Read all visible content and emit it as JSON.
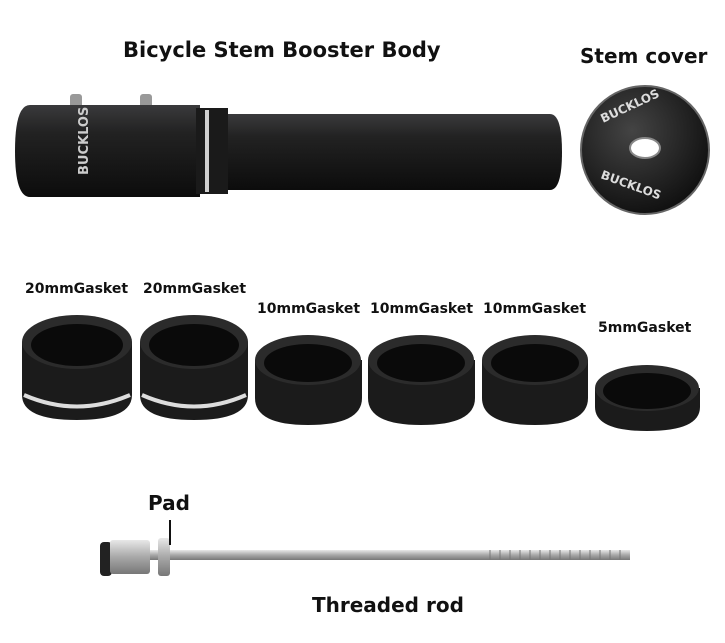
{
  "labels": {
    "body": "Bicycle Stem Booster Body",
    "cover": "Stem cover",
    "gaskets": [
      "20mmGasket",
      "20mmGasket",
      "10mmGasket",
      "10mmGasket",
      "10mmGasket",
      "5mmGasket"
    ],
    "pad": "Pad",
    "rod": "Threaded rod"
  },
  "brand_logo": "BUCKLOS",
  "colors": {
    "part": "#1c1c1e",
    "metal": "#b8b8b8",
    "background": "#ffffff"
  }
}
